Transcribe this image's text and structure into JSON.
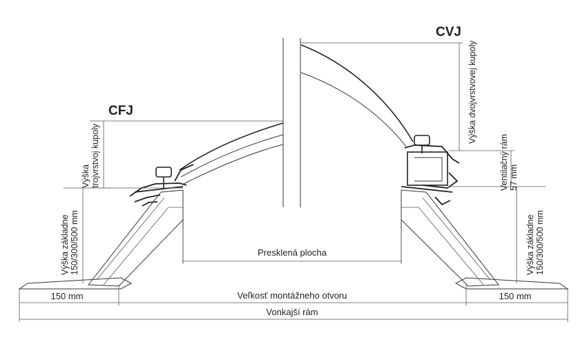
{
  "labels": {
    "left_model": "CFJ",
    "right_model": "CVJ",
    "left_dome_height": [
      "Výška",
      "trojvrstvoj kupoly"
    ],
    "right_dome_height": "Výška dvojvrstvovej kupoly",
    "ventilation_frame": [
      "Ventilačný rám",
      "57 mm"
    ],
    "base_height_left": [
      "Výška základne",
      "150/300/500 mm"
    ],
    "base_height_right": [
      "Výška základne",
      "150/300/500 mm"
    ],
    "glazed_area": "Presklená plocha",
    "opening_size": "Veľkosť montážneho otvoru",
    "left_flange": "150 mm",
    "right_flange": "150 mm",
    "outer_frame": "Vonkajší rám"
  },
  "colors": {
    "line": "#333333",
    "fill": "#ffffff",
    "insulation_dot": "#444444"
  }
}
